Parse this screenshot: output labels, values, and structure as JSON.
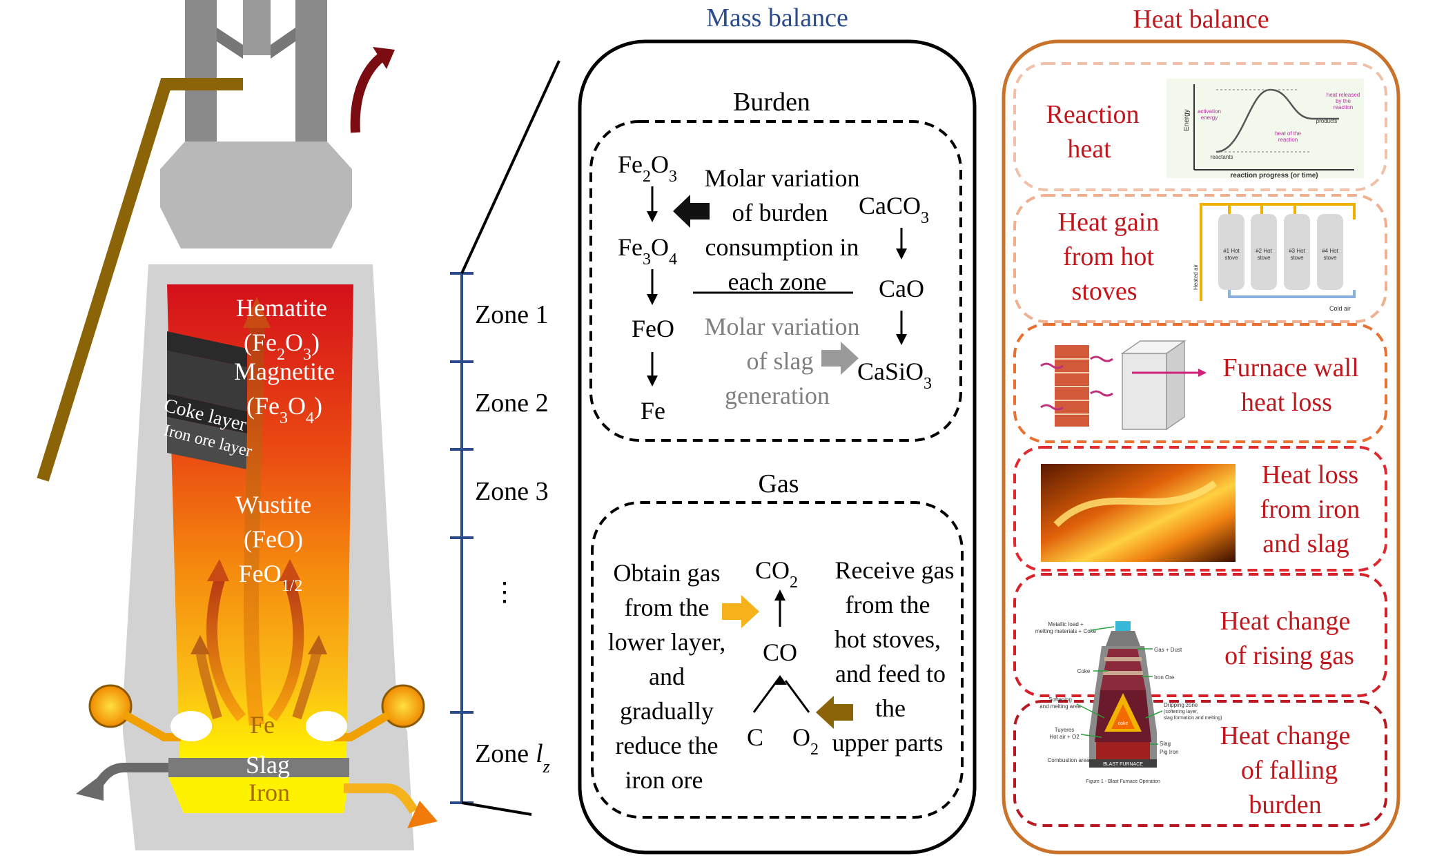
{
  "furnace": {
    "hematite_label": "Hematite",
    "hematite_formula": "(Fe",
    "hematite_sub1": "2",
    "hematite_mid": "O",
    "hematite_sub2": "3",
    "hematite_close": ")",
    "magnetite_label": "Magnetite",
    "magnetite_formula": "(Fe",
    "magnetite_sub1": "3",
    "magnetite_mid": "O",
    "magnetite_sub2": "4",
    "magnetite_close": ")",
    "coke_layer": "Coke layer",
    "iron_ore_layer": "Iron ore layer",
    "wustite_label": "Wustite",
    "wustite_formula": "(FeO)",
    "feo_half": "FeO",
    "feo_half_sub": "1/2",
    "fe_label": "Fe",
    "slag_label": "Slag",
    "iron_label": "Iron"
  },
  "zones": {
    "zone1": "Zone 1",
    "zone2": "Zone 2",
    "zone3": "Zone 3",
    "ellipsis": "⋮",
    "zone_lz_prefix": "Zone",
    "zone_lz_var": "l",
    "zone_lz_sub": "z"
  },
  "mass_balance": {
    "title": "Mass balance",
    "burden_title": "Burden",
    "fe2o3": {
      "a": "Fe",
      "s1": "2",
      "b": "O",
      "s2": "3"
    },
    "fe3o4": {
      "a": "Fe",
      "s1": "3",
      "b": "O",
      "s2": "4"
    },
    "feo": "FeO",
    "fe": "Fe",
    "caco3": {
      "a": "CaCO",
      "s1": "3"
    },
    "cao": "CaO",
    "casio3": {
      "a": "CaSiO",
      "s1": "3"
    },
    "burden_line1": "Molar variation",
    "burden_line2": "of burden",
    "burden_line3": "consumption in",
    "burden_line4": "each zone",
    "slag_line1": "Molar variation",
    "slag_line2": "of slag",
    "slag_line3": "generation",
    "gas_title": "Gas",
    "obtain_lines": [
      "Obtain gas",
      "from the",
      "lower layer,",
      "and",
      "gradually",
      "reduce the",
      "iron ore"
    ],
    "co2": {
      "a": "CO",
      "s1": "2"
    },
    "co": "CO",
    "c": "C",
    "o2": {
      "a": "O",
      "s1": "2"
    },
    "receive_lines": [
      "Receive gas",
      "from the",
      "hot stoves,",
      "and feed to",
      "the",
      "upper parts"
    ]
  },
  "heat_balance": {
    "title": "Heat balance",
    "reaction_heat": [
      "Reaction",
      "heat"
    ],
    "hot_stoves": [
      "Heat gain",
      "from hot",
      "stoves"
    ],
    "furnace_wall": [
      "Furnace wall",
      "heat loss"
    ],
    "iron_slag": [
      "Heat loss",
      "from iron",
      "and slag"
    ],
    "rising_gas": [
      "Heat change",
      "of rising gas"
    ],
    "falling_burden": [
      "Heat change",
      "of falling",
      "burden"
    ],
    "energy_chart": {
      "ylabel": "Energy",
      "xlabel": "reaction progress (or time)",
      "activation": [
        "activation",
        "energy"
      ],
      "heat_released": [
        "heat released",
        "by the",
        "reaction"
      ],
      "heat_of_reaction": [
        "heat of the",
        "reaction"
      ],
      "reactants": "reactants",
      "products": "products"
    },
    "stoves": {
      "names": [
        [
          "#1 Hot",
          "stove"
        ],
        [
          "#2 Hot",
          "stove"
        ],
        [
          "#3 Hot",
          "stove"
        ],
        [
          "#4 Hot",
          "stove"
        ]
      ],
      "heated_air": "Heated air",
      "cold_air": "Cold air"
    },
    "bf_schematic": {
      "left": [
        "Metallic load +",
        "melting materials + Coke",
        "Coke",
        "Softening",
        "and melting area",
        "Tuyeres",
        "Hot air + O2",
        "Combustion area"
      ],
      "right": [
        "Gas + Dust",
        "Iron Ore",
        "Dripping zone",
        "(softening layer,",
        "slag formation and melting)",
        "Slag",
        "Pig Iron"
      ],
      "core": "coke",
      "base": "BLAST FURNACE",
      "caption": "Figure 1 - Blast Furnace Operation"
    }
  },
  "colors": {
    "mass_title": "#2b4c8c",
    "heat_title": "#c0161c",
    "zone_axis": "#2b4c8c",
    "heat_frame": "#c8722a",
    "heat_text": "#c0161c"
  }
}
